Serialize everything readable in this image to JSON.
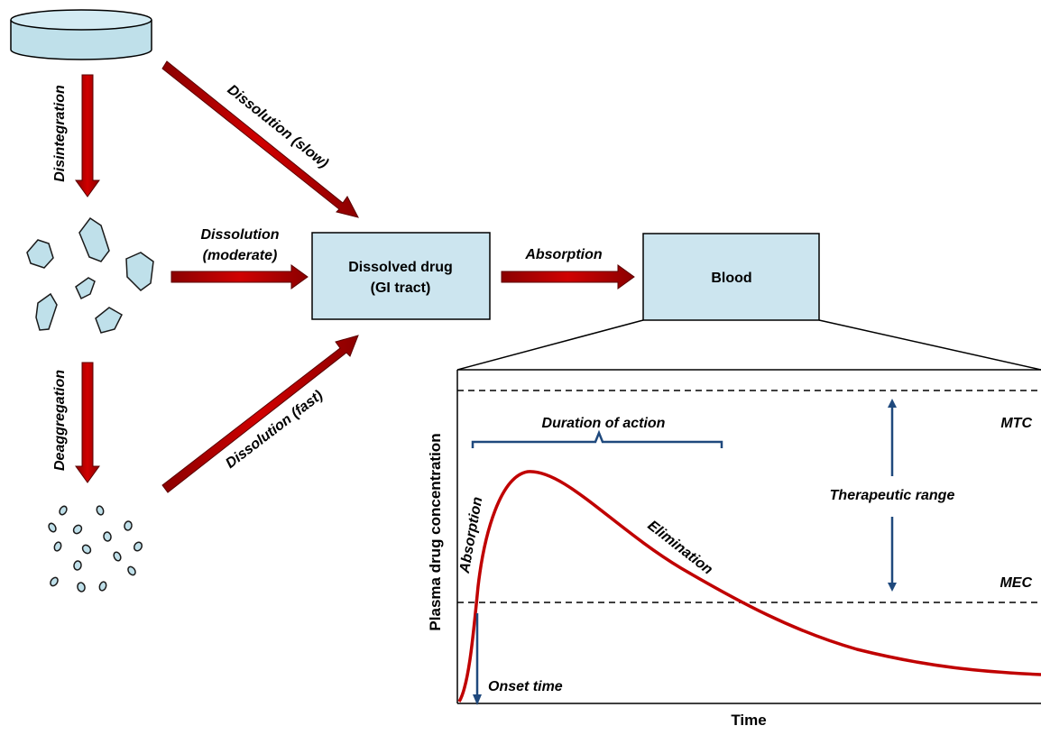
{
  "process": {
    "disintegration": "Disintegration",
    "deaggregation": "Deaggregation",
    "dissolution_slow": "Dissolution (slow)",
    "dissolution_moderate_1": "Dissolution",
    "dissolution_moderate_2": "(moderate)",
    "dissolution_fast": "Dissolution (fast)",
    "dissolved_drug_1": "Dissolved drug",
    "dissolved_drug_2": "(GI tract)",
    "absorption": "Absorption",
    "blood": "Blood"
  },
  "plot": {
    "ylabel": "Plasma drug concentration",
    "xlabel": "Time",
    "duration_of_action": "Duration of action",
    "absorption": "Absorption",
    "elimination": "Elimination",
    "onset_time": "Onset time",
    "therapeutic_range": "Therapeutic range",
    "mtc": "MTC",
    "mec": "MEC"
  },
  "colors": {
    "box_fill": "#cce5ef",
    "arrow_fill": "#c00000",
    "curve": "#c00000",
    "pointer": "#1f497d"
  }
}
